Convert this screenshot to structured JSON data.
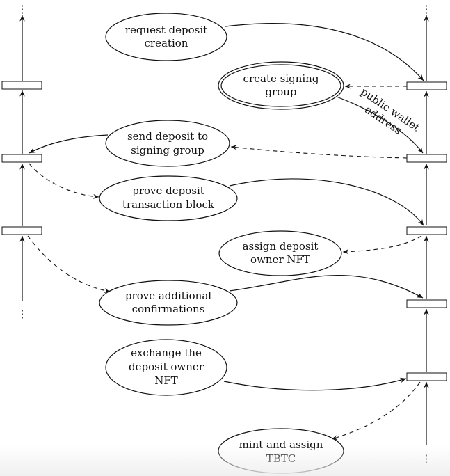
{
  "continuation": "⋮",
  "nodes": [
    {
      "id": "request",
      "lines": [
        "request deposit",
        "creation"
      ]
    },
    {
      "id": "create_group",
      "lines": [
        "create signing",
        "group"
      ]
    },
    {
      "id": "send",
      "lines": [
        "send deposit to",
        "signing group"
      ]
    },
    {
      "id": "prove_block",
      "lines": [
        "prove deposit",
        "transaction block"
      ]
    },
    {
      "id": "assign_nft",
      "lines": [
        "assign deposit",
        "owner NFT"
      ]
    },
    {
      "id": "prove_conf",
      "lines": [
        "prove additional",
        "confirmations"
      ]
    },
    {
      "id": "exchange",
      "lines": [
        "exchange the",
        "deposit owner",
        "NFT"
      ]
    },
    {
      "id": "mint",
      "lines": [
        "mint and assign",
        "TBTC"
      ]
    }
  ],
  "edge_label": [
    "public wallet",
    "address"
  ],
  "colors": {
    "stroke": "#111111",
    "background": "#ffffff"
  }
}
